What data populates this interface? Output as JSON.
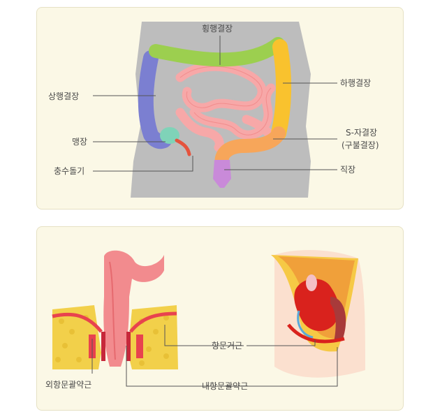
{
  "top_panel": {
    "labels": {
      "transverse_colon": "횡행결장",
      "ascending_colon": "상행결장",
      "descending_colon": "하행결장",
      "cecum": "맹장",
      "sigmoid_colon_line1": "S-자결장",
      "sigmoid_colon_line2": "(구불결장)",
      "appendix": "충수돌기",
      "rectum": "직장"
    }
  },
  "bottom_panel": {
    "labels": {
      "external_sphincter": "외항문괄약근",
      "internal_sphincter": "내항문괄약근",
      "levator_ani": "항문거근"
    }
  },
  "colors": {
    "panel_bg": "#fbf8e6",
    "body_silhouette": "#bdbdbd",
    "transverse": "#9ccf4f",
    "ascending": "#7b7fd1",
    "descending": "#f9c22e",
    "cecum": "#7fd3b8",
    "small_intestine": "#f7a8a8",
    "sigmoid": "#f7a65a",
    "rectum": "#c98ad9",
    "appendix": "#e5533d",
    "fat": "#f2d04a",
    "muscle": "#e8434e",
    "pelvis_red": "#d9221d"
  }
}
